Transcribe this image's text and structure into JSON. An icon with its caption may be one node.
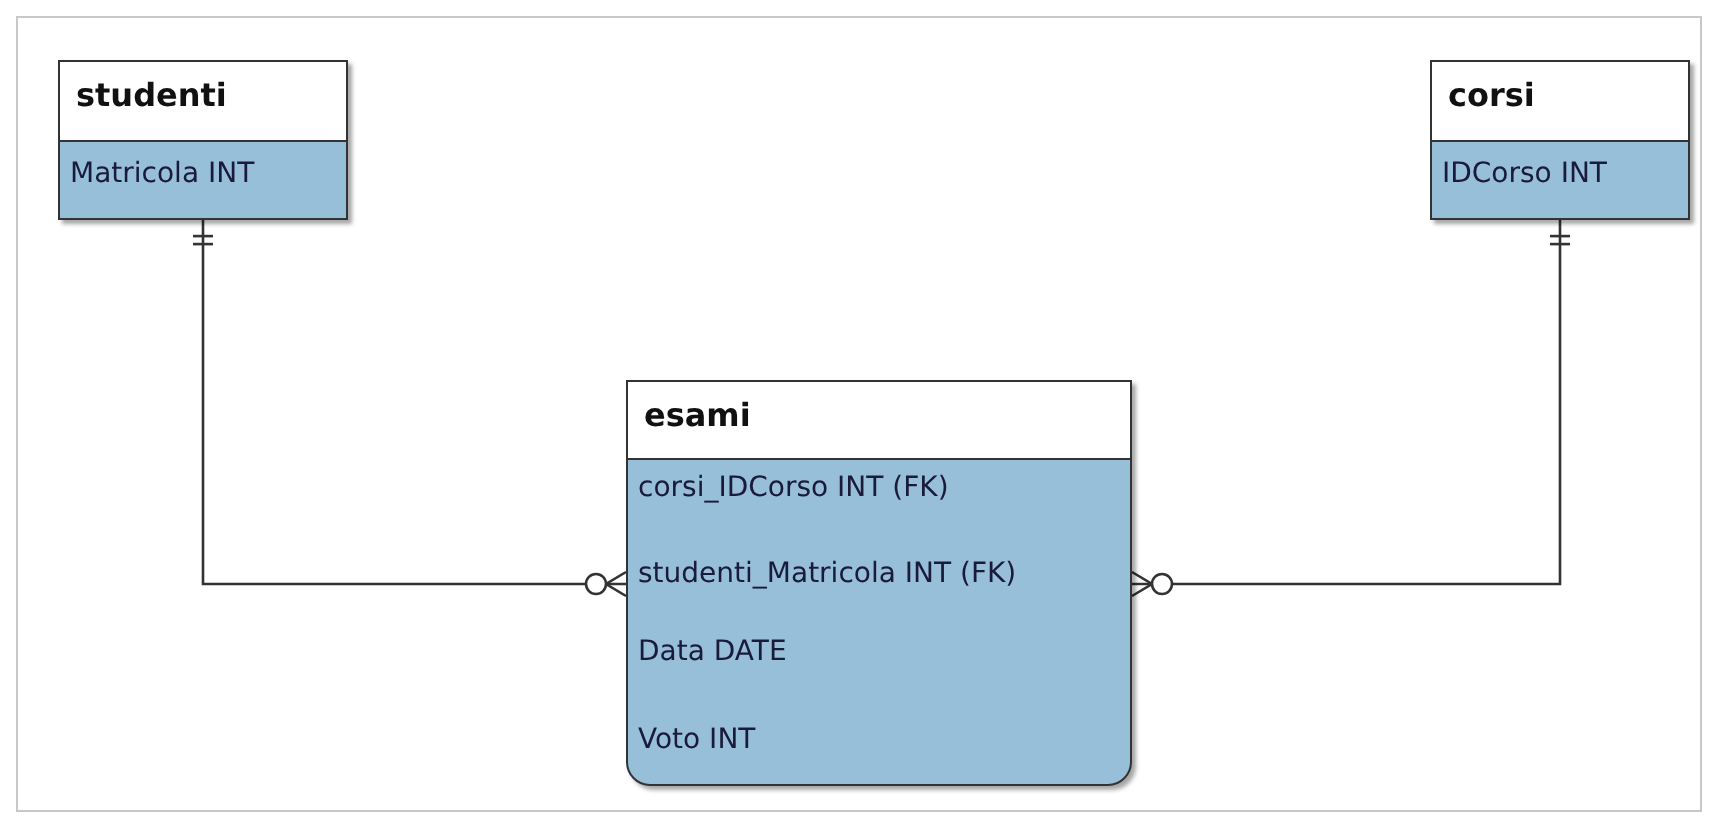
{
  "diagram": {
    "nodes": [
      {
        "text": [
          "studenti",
          "Matricola INT"
        ]
      },
      {
        "text": [
          "corsi",
          "IDCorso INT"
        ]
      },
      {
        "text": [
          "esami",
          "corsi_IDCorso INT (FK)",
          "studenti_Matricola INT (FK)",
          "Data DATE",
          "Voto INT"
        ]
      }
    ],
    "edges": [
      {
        "from": 0,
        "to": 2,
        "arrow": "other"
      },
      {
        "from": 1,
        "to": 2,
        "arrow": "other"
      }
    ]
  }
}
